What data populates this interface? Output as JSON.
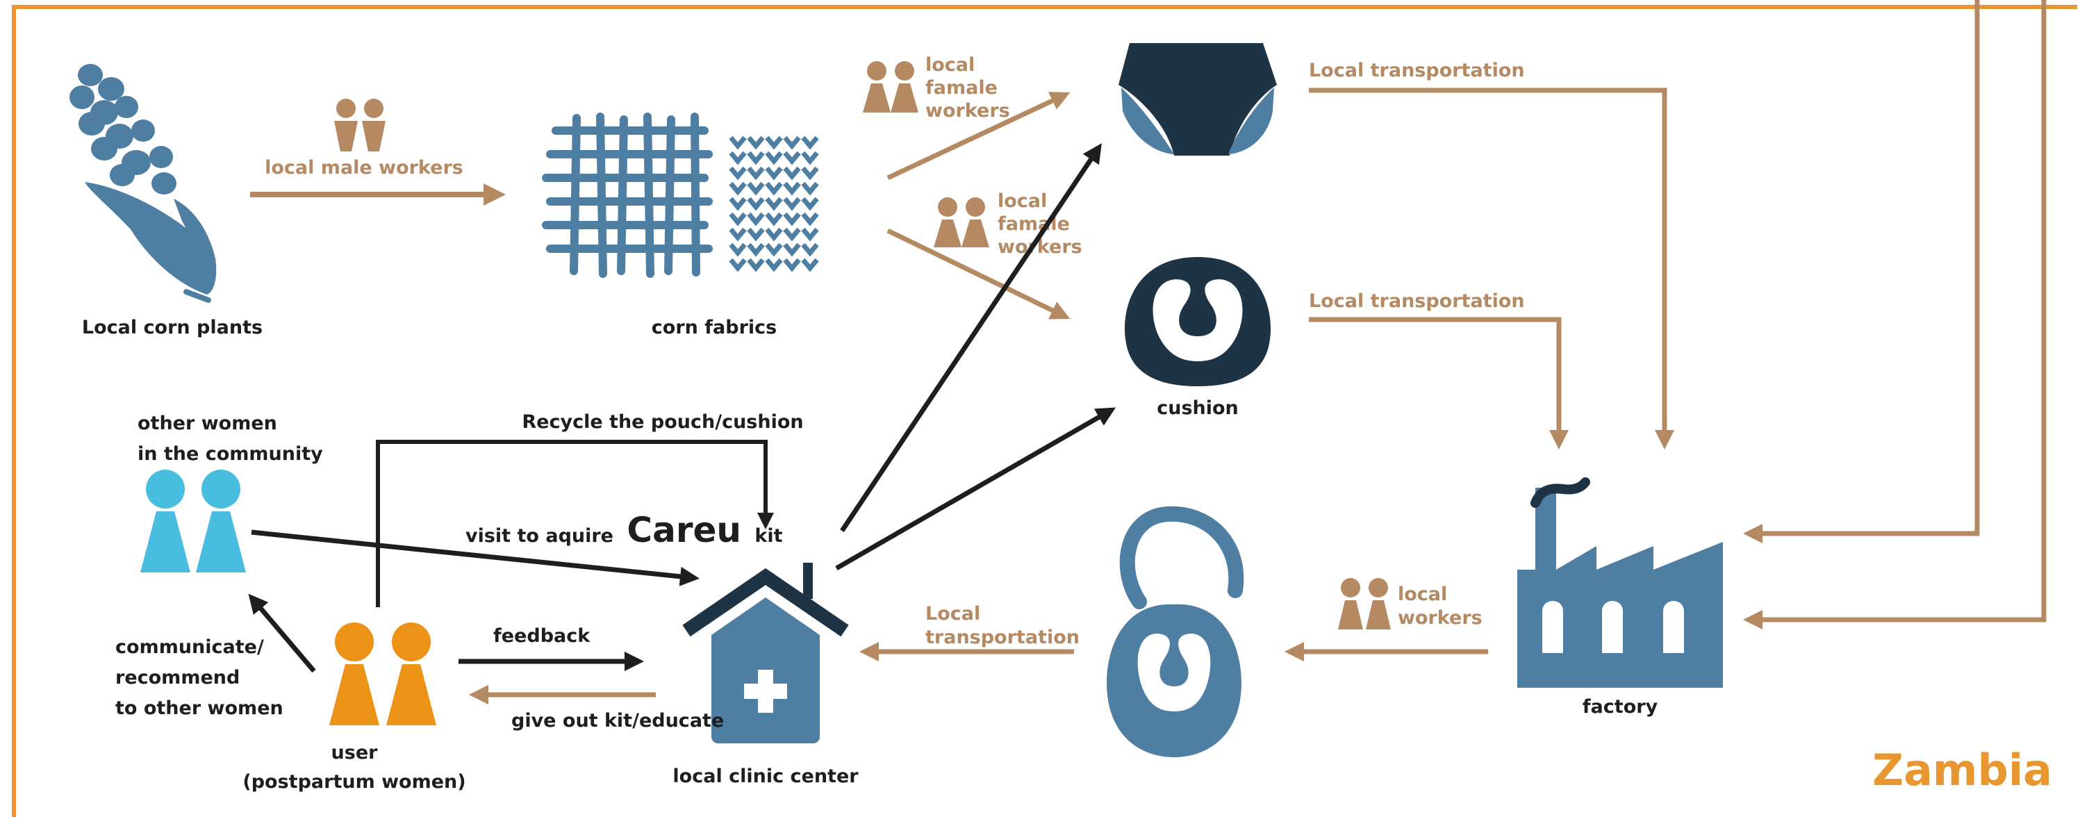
{
  "colors": {
    "frame": "#e8962f",
    "tan": "#b58a63",
    "blue": "#4f7ea3",
    "navy": "#1e3444",
    "light_blue": "#49bde0",
    "orange": "#ec9317",
    "black": "#1e1e1e"
  },
  "nodes": {
    "corn_label": "Local corn plants",
    "fabrics_label": "corn fabrics",
    "cushion_label": "cushion",
    "factory_label": "factory",
    "clinic_label": "local clinic center",
    "user_label": "user",
    "user_sublabel": "(postpartum women)",
    "others_line1": "other women",
    "others_line2": "in the community",
    "region": "Zambia"
  },
  "workers": {
    "male": "local male workers",
    "female1": [
      "local",
      "famale",
      "workers"
    ],
    "female2": [
      "local",
      "famale",
      "workers"
    ],
    "local_workers": [
      "local",
      "workers"
    ]
  },
  "edges": {
    "transport_pouch": "Local transportation",
    "transport_cushion": "Local transportation",
    "transport_clinic": [
      "Local",
      "transportation"
    ],
    "recycle": "Recycle the pouch/cushion",
    "visit_prefix": "visit to aquire",
    "visit_brand": "Careu",
    "visit_suffix": "kit",
    "feedback": "feedback",
    "give_out": "give out kit/educate",
    "communicate": [
      "communicate/",
      "recommend",
      "to other women"
    ]
  }
}
